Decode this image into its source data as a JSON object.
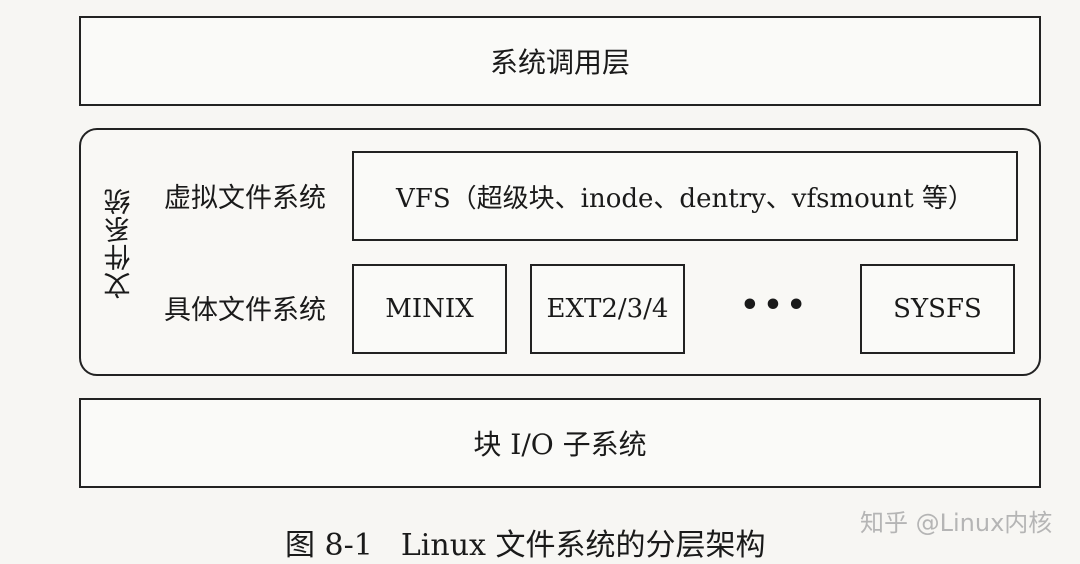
{
  "layers": {
    "syscall": "系统调用层",
    "filesystem_group": "文件系统",
    "vfs_row_label": "虚拟文件系统",
    "vfs_box": "VFS（超级块、inode、dentry、vfsmount 等）",
    "concrete_row_label": "具体文件系统",
    "concrete": [
      "MINIX",
      "EXT2/3/4",
      "SYSFS"
    ],
    "ellipsis": "•••",
    "block_io": "块 I/O 子系统"
  },
  "caption": {
    "figure_number": "图 8-1",
    "title": "Linux 文件系统的分层架构"
  },
  "watermark": "知乎 @Linux内核"
}
